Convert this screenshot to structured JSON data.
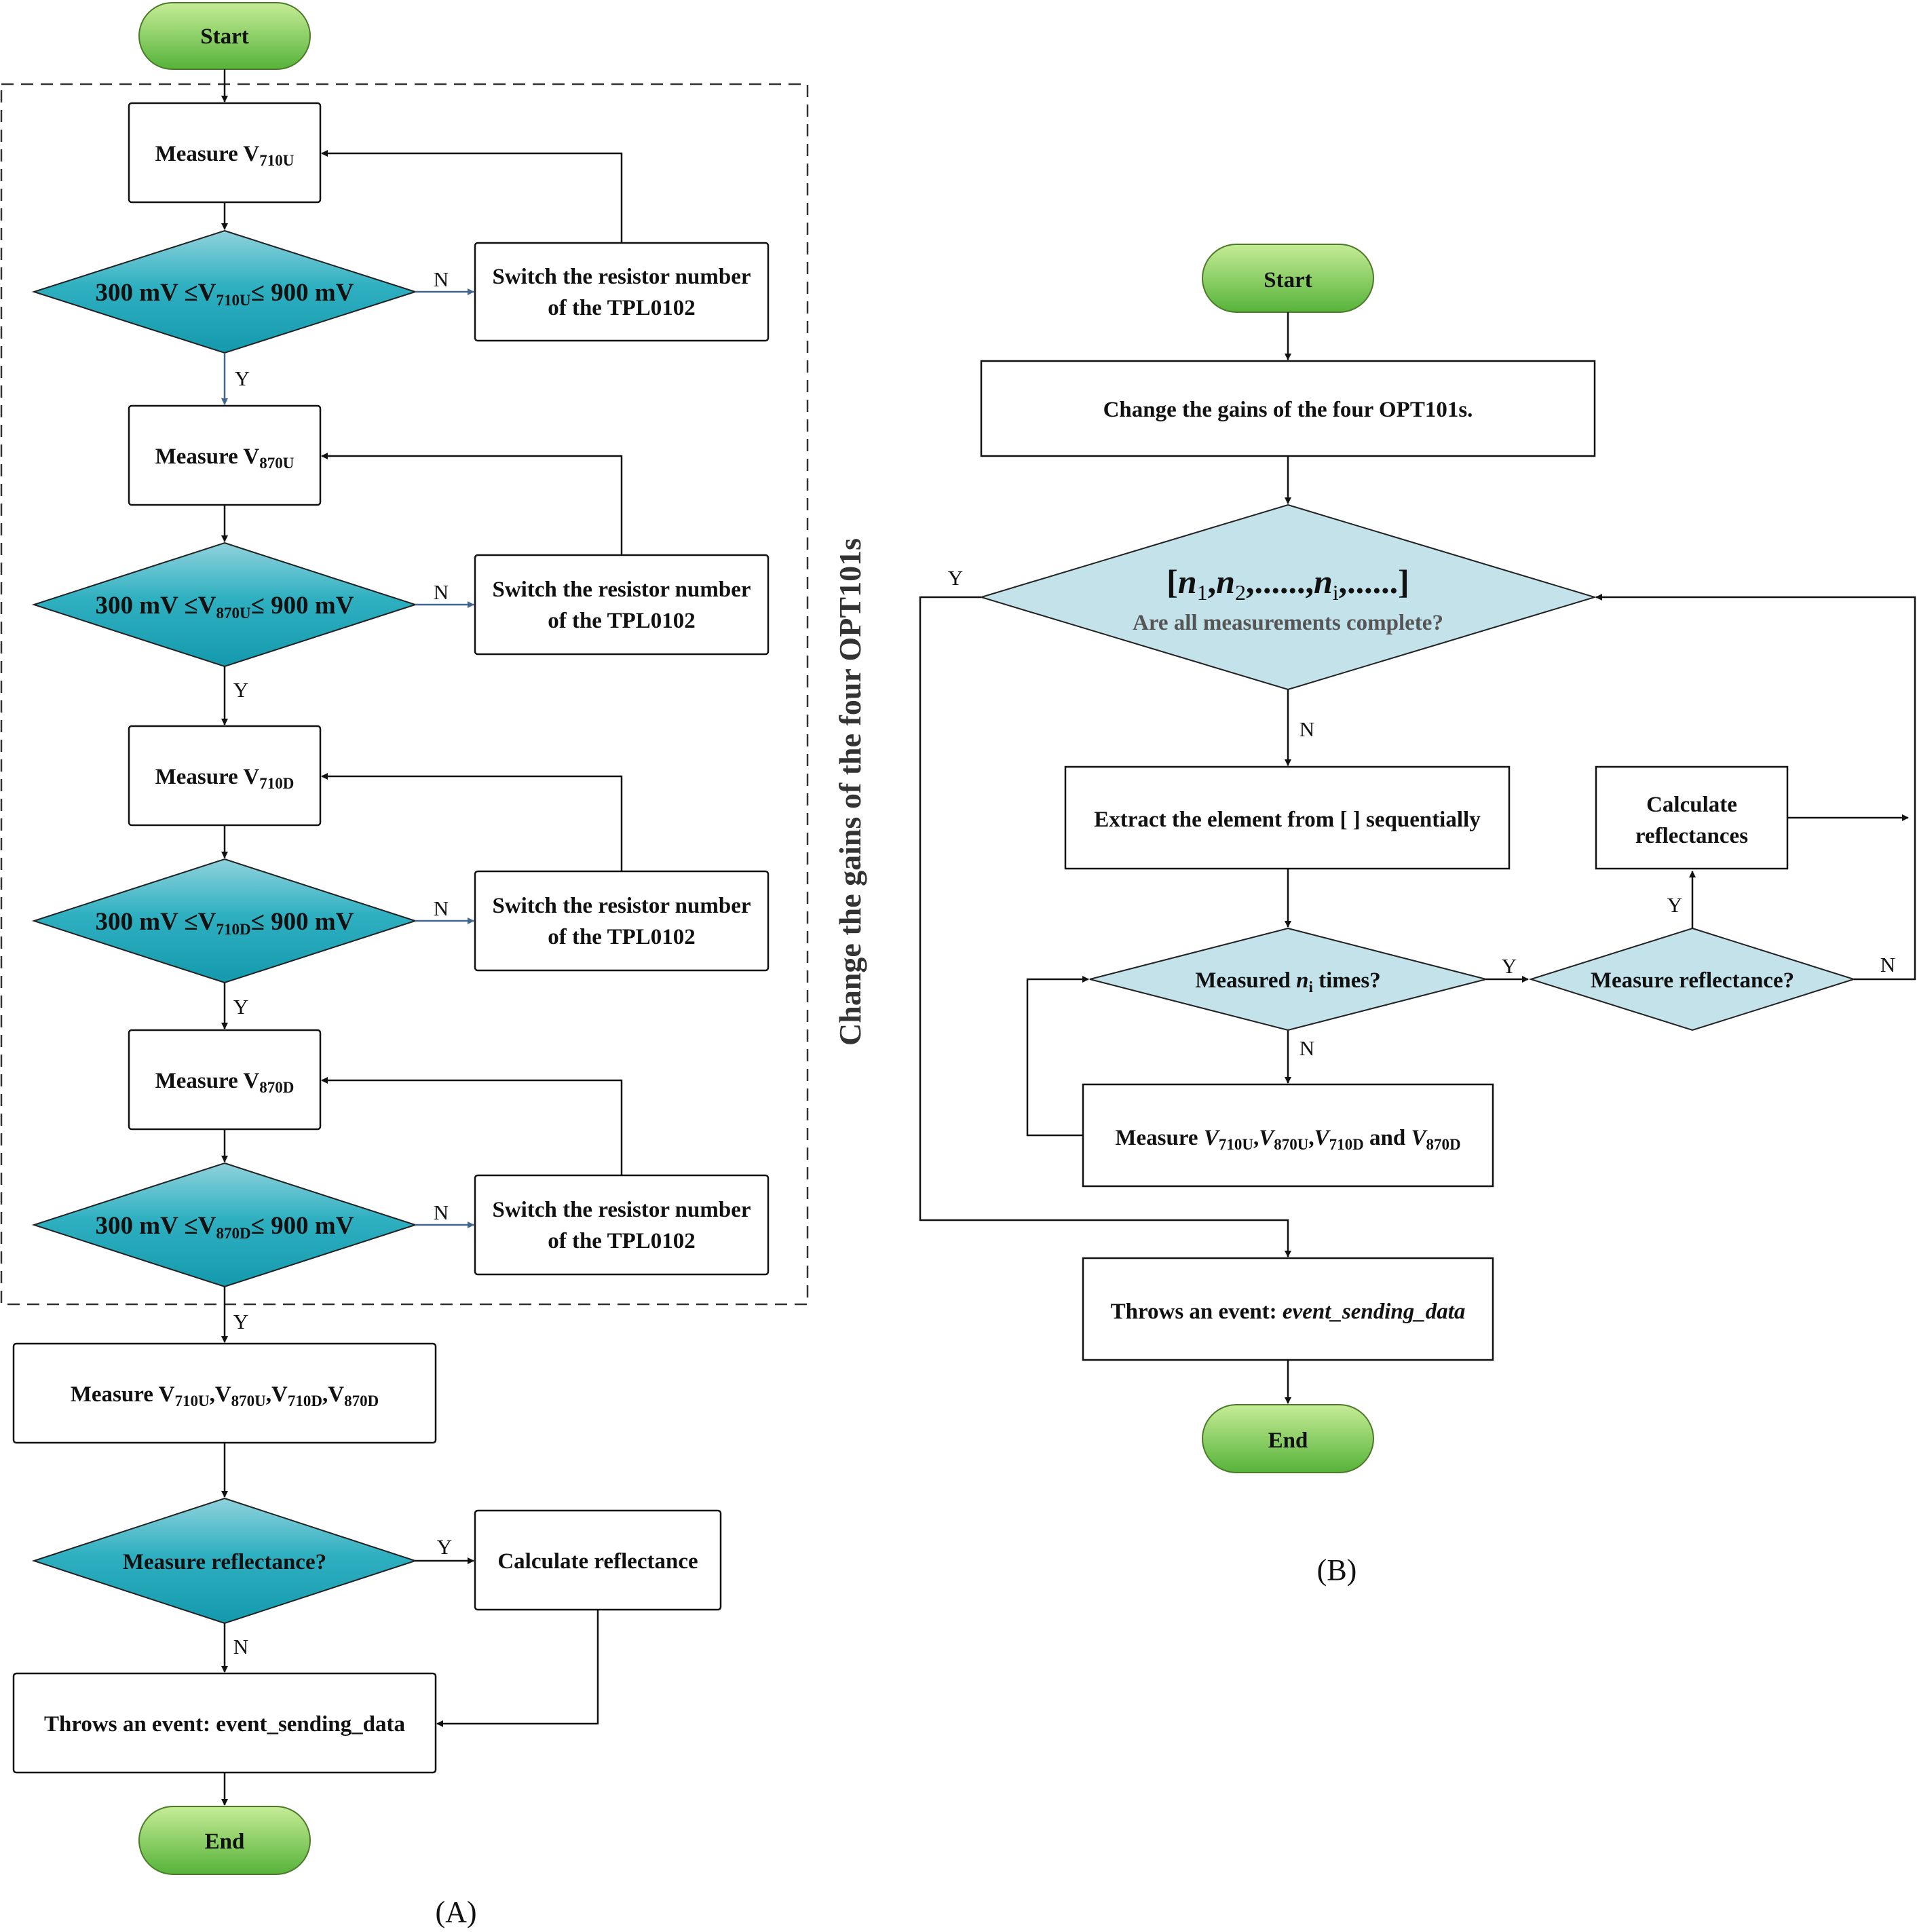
{
  "panel_a": {
    "caption": "(A)",
    "start": "Start",
    "end": "End",
    "group_label": "Change the gains of the four OPT101s",
    "stages": [
      {
        "measure": "Measure V",
        "measure_sub": "710U",
        "cond_prefix": "300 mV ≤V",
        "cond_sub": "710U",
        "cond_suffix": "≤ 900 mV",
        "no": "N",
        "yes": "Y",
        "switch_line1": "Switch the resistor number",
        "switch_line2": "of the TPL0102"
      },
      {
        "measure": "Measure V",
        "measure_sub": "870U",
        "cond_prefix": "300 mV ≤V",
        "cond_sub": "870U",
        "cond_suffix": "≤ 900 mV",
        "no": "N",
        "yes": "Y",
        "switch_line1": "Switch the resistor number",
        "switch_line2": "of the TPL0102"
      },
      {
        "measure": "Measure V",
        "measure_sub": "710D",
        "cond_prefix": "300 mV ≤V",
        "cond_sub": "710D",
        "cond_suffix": "≤ 900 mV",
        "no": "N",
        "yes": "Y",
        "switch_line1": "Switch the resistor number",
        "switch_line2": "of the TPL0102"
      },
      {
        "measure": "Measure V",
        "measure_sub": "870D",
        "cond_prefix": "300 mV ≤V",
        "cond_sub": "870D",
        "cond_suffix": "≤ 900 mV",
        "no": "N",
        "yes": "Y",
        "switch_line1": "Switch the resistor number",
        "switch_line2": "of the TPL0102"
      }
    ],
    "measure_all": {
      "prefix": "Measure V",
      "s1": "710U",
      "sep1": ",V",
      "s2": "870U",
      "sep2": ",V",
      "s3": "710D",
      "sep3": ",V",
      "s4": "870D"
    },
    "reflect_q": "Measure reflectance?",
    "reflect_yes": "Y",
    "reflect_no": "N",
    "calc": "Calculate reflectance",
    "throw": "Throws an event: event_sending_data"
  },
  "panel_b": {
    "caption": "(B)",
    "start": "Start",
    "end": "End",
    "change": "Change the gains of the four OPT101s.",
    "array": {
      "open": "[",
      "n": "n",
      "s1": "1",
      "c1": ",",
      "s2": "2",
      "mid": ",......,",
      "si": "i",
      "close": ",......]"
    },
    "all_done": "Are all measurements complete?",
    "all_yes": "Y",
    "all_no": "N",
    "extract": "Extract the element from [ ] sequentially",
    "measured_prefix": "Measured ",
    "measured_n": "n",
    "measured_sub": "i",
    "measured_suffix": " times?",
    "measured_yes": "Y",
    "measured_no": "N",
    "reflect_q": "Measure reflectance?",
    "reflect_yes": "Y",
    "reflect_no": "N",
    "calc_line1": "Calculate",
    "calc_line2": "reflectances",
    "measure_prefix": "Measure ",
    "v": "V",
    "s1": "710U",
    "s2": "870U",
    "s3": "710D",
    "s4": "870D",
    "comma": ",",
    "and": " and ",
    "throw_prefix": "Throws an event: ",
    "throw_event": "event_sending_data"
  },
  "colors": {
    "terminal_top": "#c6ec96",
    "terminal_bottom": "#56b33a",
    "decision_a_light": "#7ccad6",
    "decision_a_dark": "#189fb2",
    "decision_b": "#c3e2ea",
    "dashed_border": "#333333",
    "yes_arrow_blue": "#41668f"
  }
}
